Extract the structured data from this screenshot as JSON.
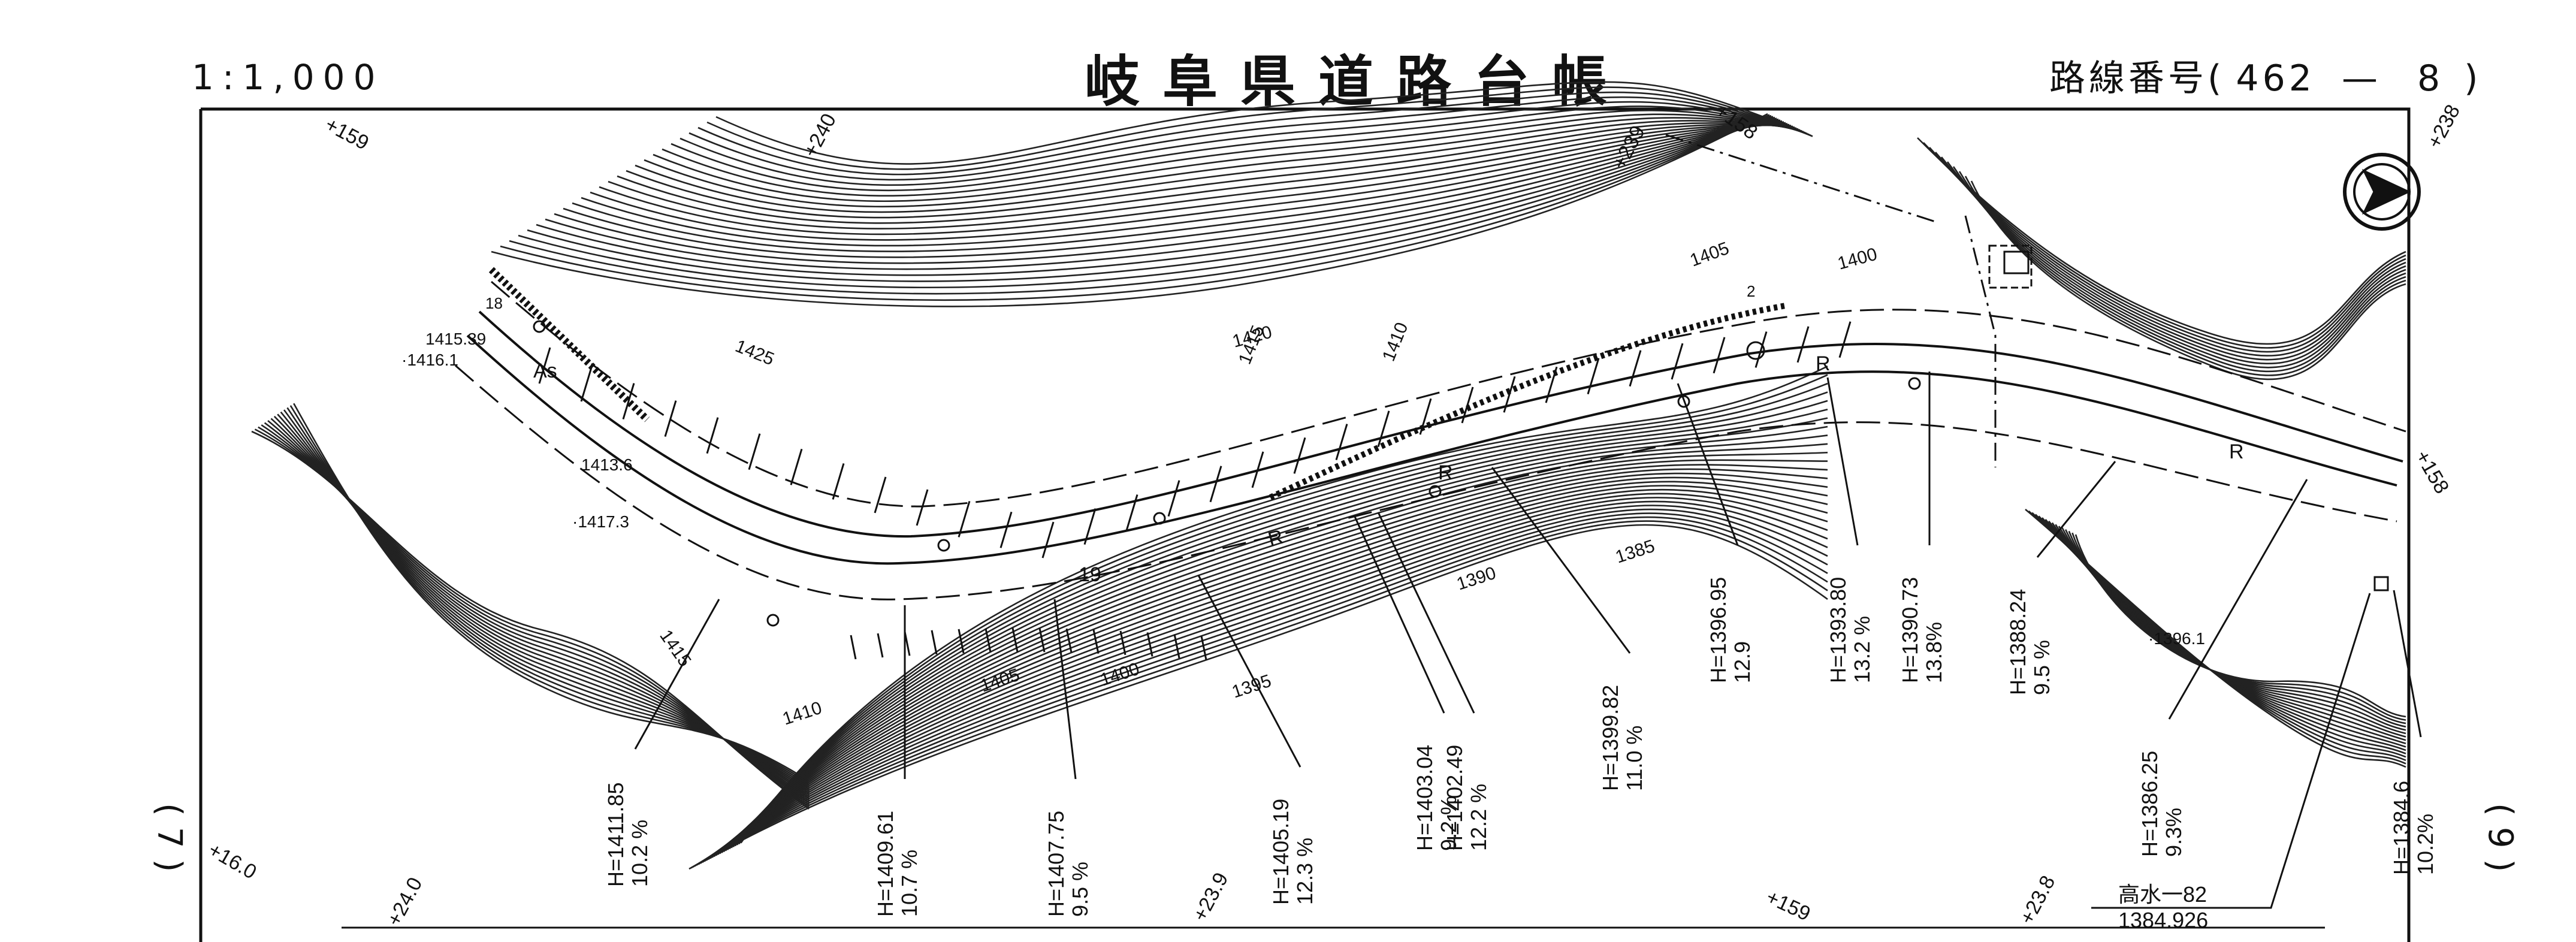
{
  "header": {
    "scale": "1:1,000",
    "title": "岐阜県道路台帳",
    "route_label": "路線番号",
    "route_number": "462",
    "route_dash": "—",
    "route_sub": "8"
  },
  "sheet_refs": {
    "left": "7",
    "right": "9"
  },
  "stations": [
    "+159",
    "+240",
    "+239",
    "+158",
    "+238",
    "+16.0",
    "+24.0",
    "+23.9",
    "+159",
    "+23.8",
    "+158"
  ],
  "contour_labels": [
    "1425",
    "1420",
    "1415",
    "1410",
    "1405",
    "1400",
    "1415",
    "1410",
    "1405",
    "1400",
    "1395",
    "1390",
    "1385"
  ],
  "elevation_points": [
    "1415.39",
    "·1416.1",
    "1413.6",
    "·1417.3",
    "·1396.1"
  ],
  "road_marks": [
    "As",
    "19",
    "R",
    "R",
    "R",
    "R",
    "18",
    "2"
  ],
  "gradient_labels": [
    {
      "h": "H=1411.85",
      "pct": "10.2 %"
    },
    {
      "h": "H=1409.61",
      "pct": "10.7 %"
    },
    {
      "h": "H=1407.75",
      "pct": "9.5 %"
    },
    {
      "h": "H=1405.19",
      "pct": "12.3 %"
    },
    {
      "h": "H=1403.04",
      "pct": "9.2 %"
    },
    {
      "h": "H=1402.49",
      "pct": "12.2 %"
    },
    {
      "h": "H=1399.82",
      "pct": "11.0 %"
    },
    {
      "h": "H=1396.95",
      "pct": "12.9"
    },
    {
      "h": "H=1393.80",
      "pct": "13.2 %"
    },
    {
      "h": "H=1390.73",
      "pct": "13.8%"
    },
    {
      "h": "H=1388.24",
      "pct": "9.5 %"
    },
    {
      "h": "H=1386.25",
      "pct": "9.3%"
    },
    {
      "h": "H=1384.6",
      "pct": "10.2%"
    }
  ],
  "benchmark": {
    "label": "高水一82",
    "value": "1384.926"
  }
}
